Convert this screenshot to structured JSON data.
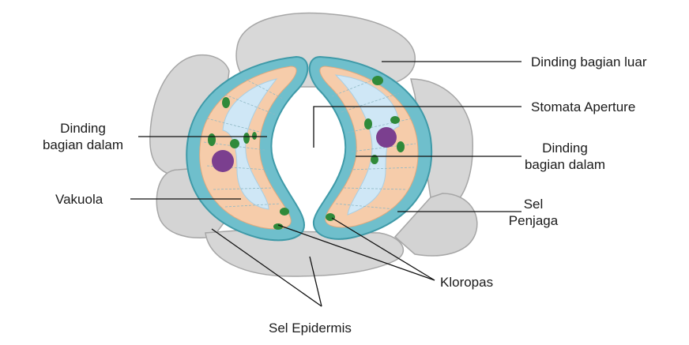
{
  "labels": {
    "outer_wall": "Dinding bagian luar",
    "aperture": "Stomata Aperture",
    "inner_wall_left_1": "Dinding",
    "inner_wall_left_2": "bagian dalam",
    "inner_wall_right_1": "Dinding",
    "inner_wall_right_2": "bagian dalam",
    "vacuole": "Vakuola",
    "guard_cell_1": "Sel",
    "guard_cell_2": "Penjaga",
    "chloroplast": "Kloropas",
    "epidermis": "Sel Epidermis"
  },
  "colors": {
    "epidermis_fill": "#d6d6d6",
    "epidermis_stroke": "#a9a9a9",
    "cell_wall": "#6fbfcc",
    "cell_wall_stroke": "#3f9aa8",
    "cytoplasm": "#f6ccaa",
    "vacuole": "#cfe7f6",
    "chloroplast": "#2f8a3a",
    "nucleus": "#7b3f8f"
  }
}
